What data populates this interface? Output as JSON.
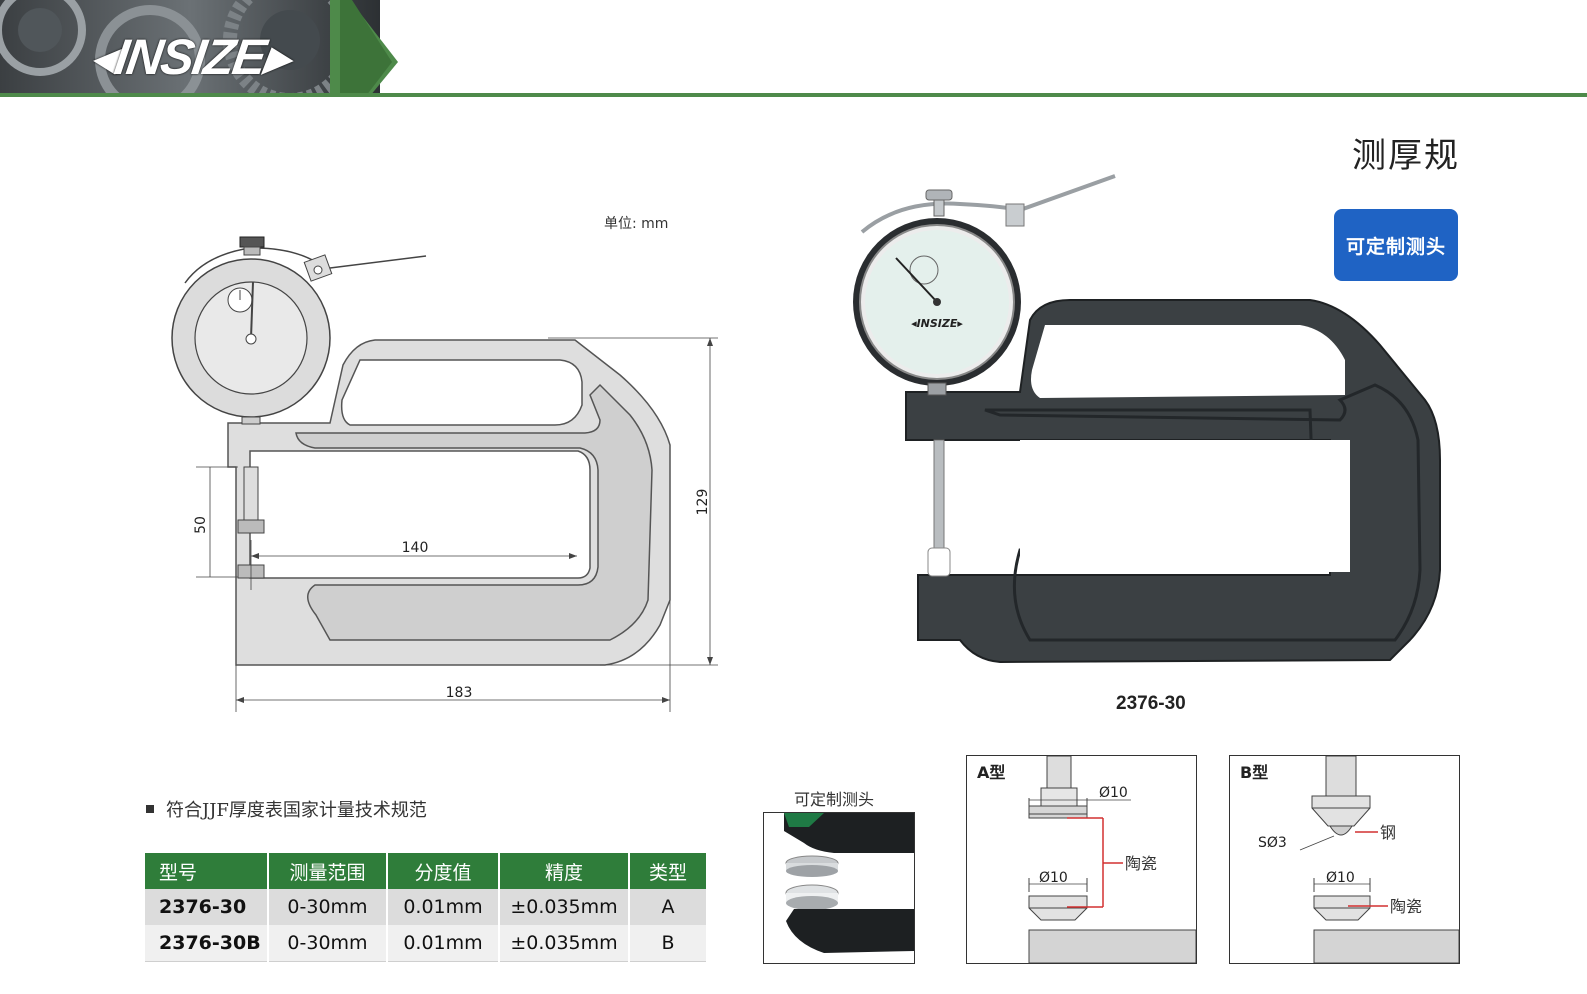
{
  "header": {
    "brand": "INSIZE",
    "title": "测厚规",
    "custom_badge": "可定制测头"
  },
  "drawing": {
    "unit_label": "单位: mm",
    "dim_50": "50",
    "dim_140": "140",
    "dim_129": "129",
    "dim_183": "183"
  },
  "photo": {
    "model": "2376-30"
  },
  "compliance": "符合JJF厚度表国家计量技术规范",
  "spec_table": {
    "headers": [
      "型号",
      "测量范围",
      "分度值",
      "精度",
      "类型"
    ],
    "rows": [
      [
        "2376-30",
        "0-30mm",
        "0.01mm",
        "±0.035mm",
        "A"
      ],
      [
        "2376-30B",
        "0-30mm",
        "0.01mm",
        "±0.035mm",
        "B"
      ]
    ]
  },
  "insets": {
    "custom_probe_label": "可定制测头",
    "type_a": {
      "title": "A型",
      "dia_top": "Ø10",
      "dia_bottom": "Ø10",
      "material": "陶瓷"
    },
    "type_b": {
      "title": "B型",
      "sphere": "SØ3",
      "material_top": "钢",
      "dia_bottom": "Ø10",
      "material_bottom": "陶瓷"
    }
  },
  "colors": {
    "accent_green": "#2f7d3a",
    "rule_green": "#4e8a4a",
    "badge_blue": "#1f63c4",
    "annotation_red": "#d23030"
  }
}
